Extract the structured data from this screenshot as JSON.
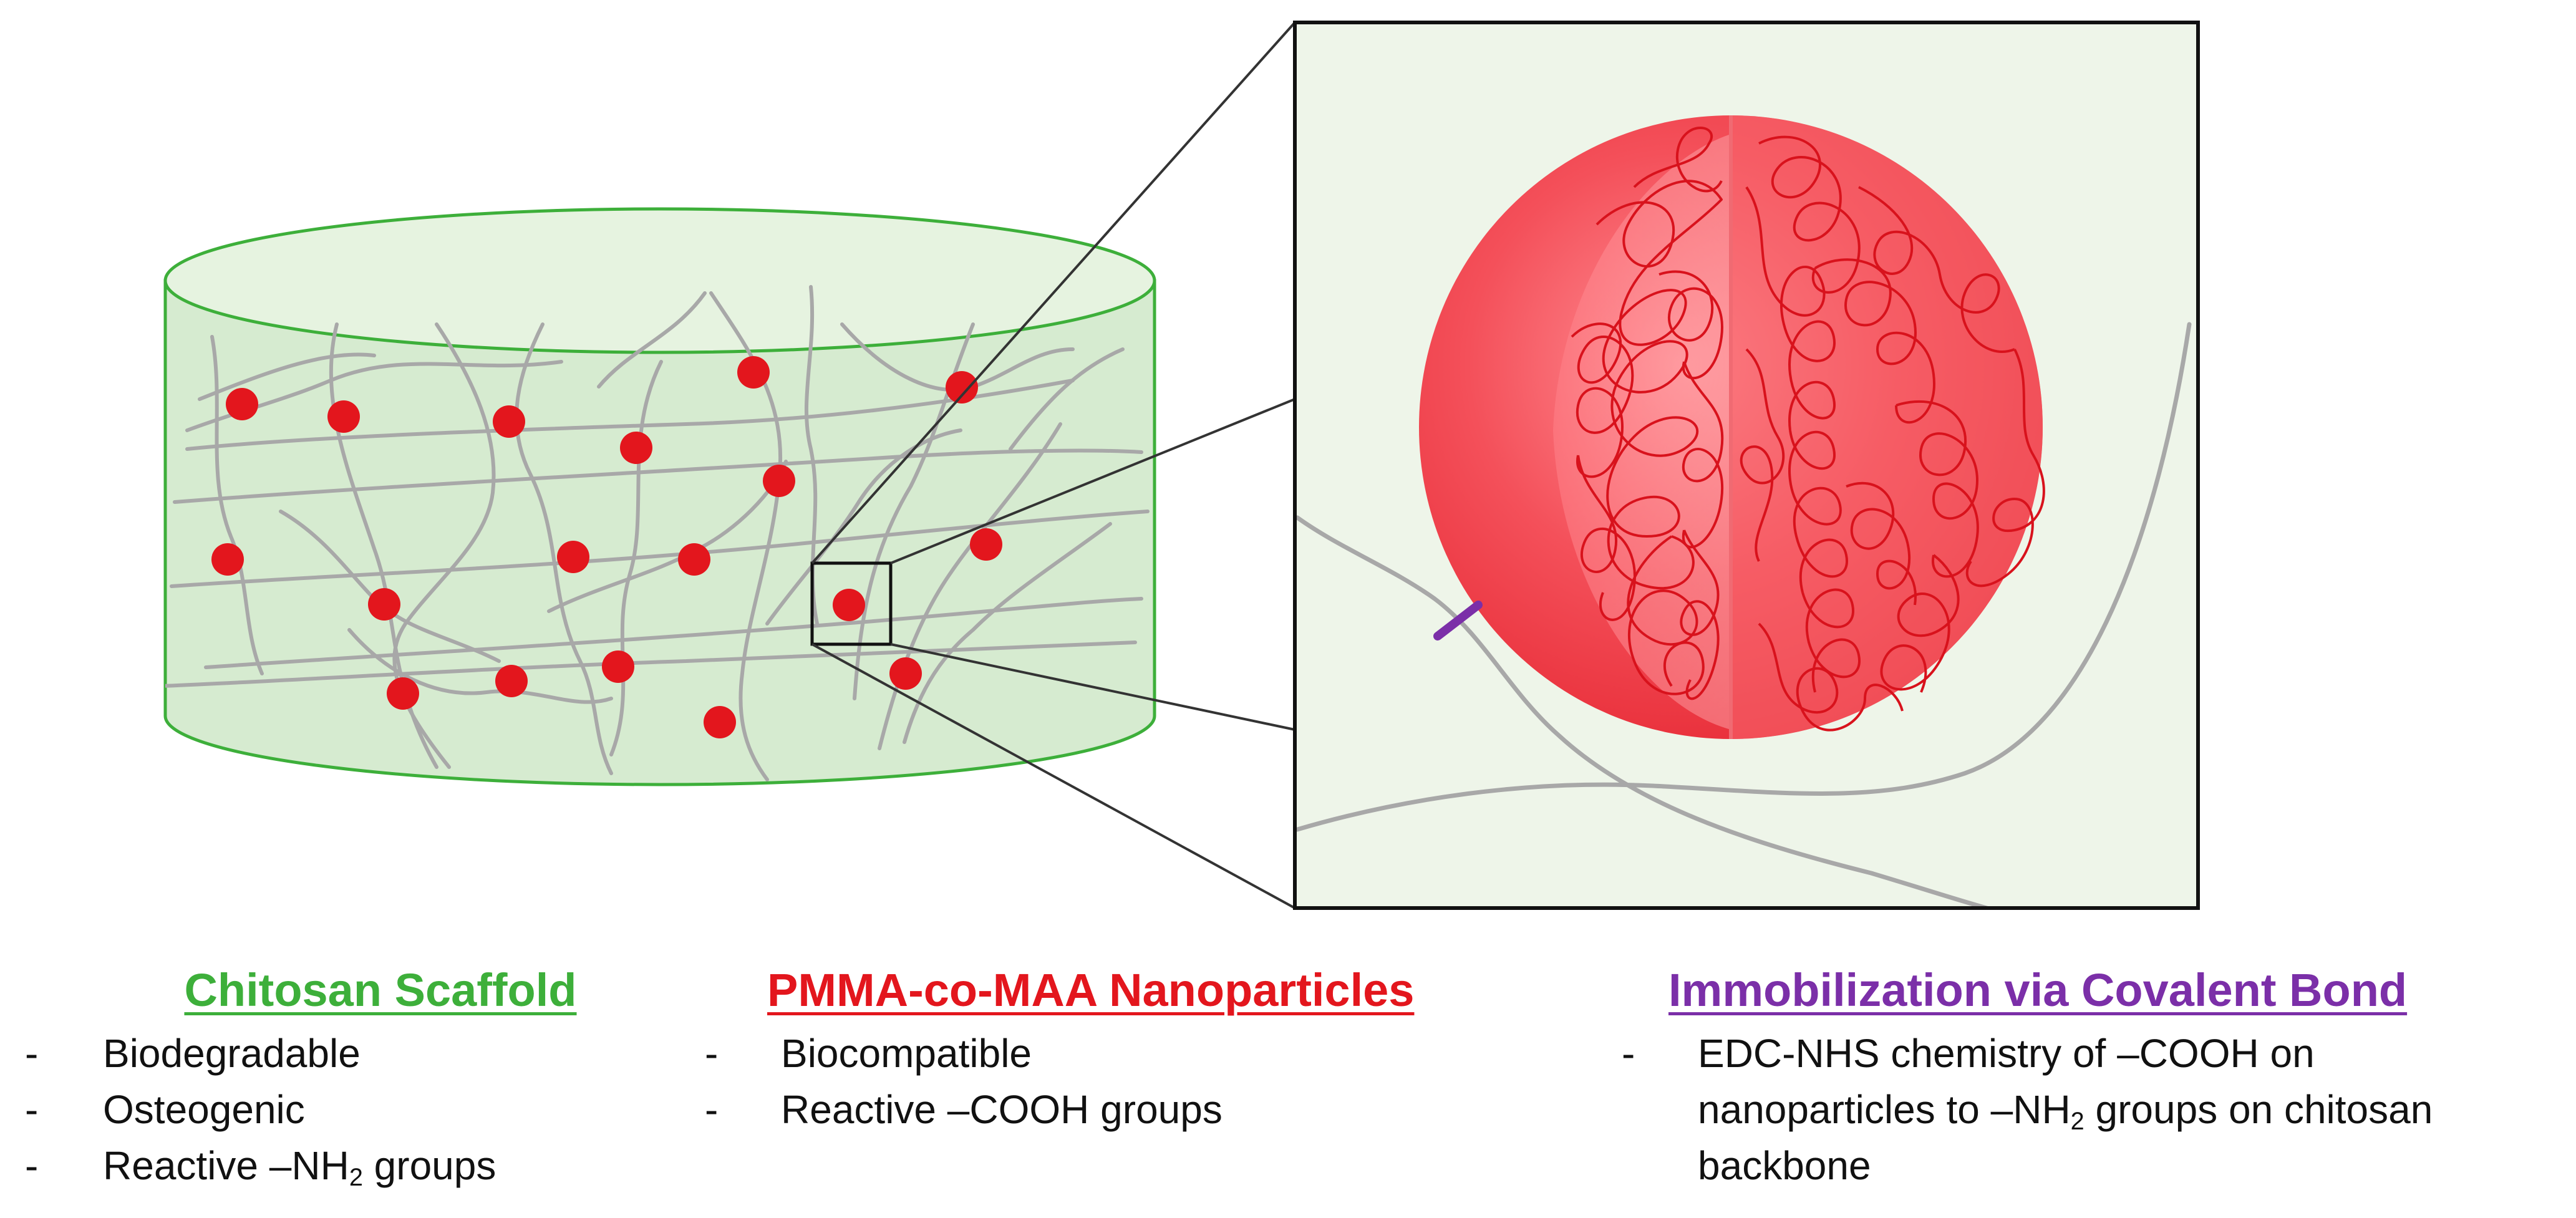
{
  "colors": {
    "scaffold_green": "#3daf3a",
    "scaffold_fill": "#d6ebd0",
    "particle_red": "#e3161d",
    "nanoparticle_red": "#f2404a",
    "bond_purple": "#7b2fa8",
    "fiber_gray": "#a8a8a8",
    "zoom_background": "#eef5e9",
    "text": "#111111"
  },
  "captions": [
    {
      "id": "chitosan",
      "title": "Chitosan Scaffold",
      "items": [
        {
          "text": "Biodegradable"
        },
        {
          "text": "Osteogenic"
        },
        {
          "pre": "Reactive –NH",
          "sub": "2",
          "post": " groups"
        }
      ]
    },
    {
      "id": "nanoparticles",
      "title": "PMMA-co-MAA Nanoparticles",
      "items": [
        {
          "text": "Biocompatible"
        },
        {
          "text": "Reactive –COOH groups"
        }
      ]
    },
    {
      "id": "immobilization",
      "title": "Immobilization via Covalent Bond",
      "item": {
        "line1": "EDC-NHS chemistry of –COOH on",
        "line2_pre": "nanoparticles to –NH",
        "line2_sub": "2",
        "line2_post": " groups on chitosan",
        "line3": "backbone"
      }
    }
  ]
}
